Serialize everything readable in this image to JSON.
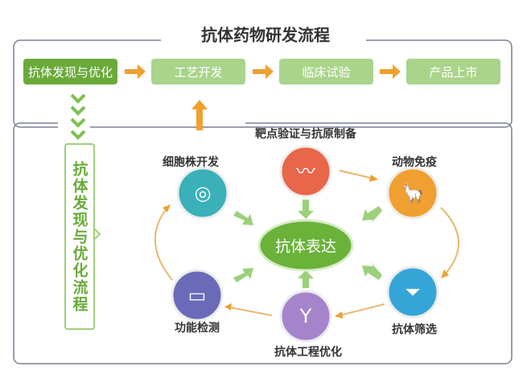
{
  "title": "抗体药物研发流程",
  "steps": [
    {
      "label": "抗体发现与优化",
      "color": "#6aaa3a"
    },
    {
      "label": "工艺开发",
      "color": "#a9d48a"
    },
    {
      "label": "临床试验",
      "color": "#a9d48a"
    },
    {
      "label": "产品上市",
      "color": "#a9d48a"
    }
  ],
  "side_label": "抗体发现与优化流程",
  "center": {
    "label": "抗体表达",
    "color": "#6ab23a"
  },
  "nodes": [
    {
      "label": "靶点验证与抗原制备",
      "icon": "antigen-icon",
      "color": "#e8664a"
    },
    {
      "label": "动物免疫",
      "icon": "alpaca-icon",
      "color": "#f0a030"
    },
    {
      "label": "抗体筛选",
      "icon": "funnel-icon",
      "color": "#35a5d8"
    },
    {
      "label": "抗体工程优化",
      "icon": "antibody-icon",
      "color": "#a584cc"
    },
    {
      "label": "功能检测",
      "icon": "monitor-icon",
      "color": "#6a6ab8"
    },
    {
      "label": "细胞株开发",
      "icon": "cell-icon",
      "color": "#3ab0b8"
    }
  ],
  "colors": {
    "arrow": "#f0a030",
    "green_arrow": "#9cd07a",
    "border": "#7a7f96"
  }
}
